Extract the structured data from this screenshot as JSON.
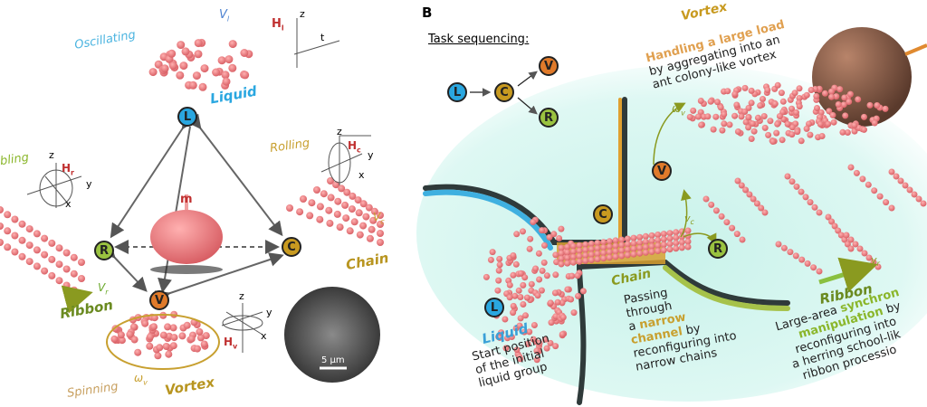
{
  "colors": {
    "liquid": "#2aa7e0",
    "chain": "#c89a20",
    "ribbon": "#8ab62a",
    "vortex": "#e07a2a",
    "particle": "#e8727a",
    "background_b": "#d9f6f0",
    "axis_red": "#c03030"
  },
  "panelA": {
    "oscillating": "Oscillating",
    "v_l": "V",
    "v_l_sub": "l",
    "h_l": "H",
    "h_l_sub": "l",
    "axis_z": "z",
    "axis_t": "t",
    "axis_y": "y",
    "axis_x": "x",
    "liquid": "Liquid",
    "tumbling": "bling",
    "h_r": "H",
    "h_r_sub": "r",
    "rolling": "Rolling",
    "h_c": "H",
    "h_c_sub": "c",
    "moment": "m",
    "v_c": "V",
    "v_c_sub": "c",
    "chain": "Chain",
    "v_r": "V",
    "v_r_sub": "r",
    "ribbon": "Ribbon",
    "h_v": "H",
    "h_v_sub": "v",
    "spinning": "Spinning",
    "omega_v": "ω",
    "omega_sub": "v",
    "vortex": "Vortex",
    "scale_bar": "5 μm",
    "nodes": {
      "L": "L",
      "R": "R",
      "C": "C",
      "V": "V"
    }
  },
  "panelB": {
    "label": "B",
    "task_sequencing": "Task sequencing:",
    "seq_nodes": {
      "L": "L",
      "C": "C",
      "V": "V",
      "R": "R"
    },
    "vortex_title": "Vortex",
    "vortex_highlight": "Handling a large load",
    "vortex_line2": "by aggregating into an",
    "vortex_line3": "ant colony-like vortex",
    "omega_v": "ω",
    "omega_sub": "v",
    "v_c": "v",
    "v_c_sub": "c",
    "v_r": "v",
    "v_r_sub": "r",
    "chain_title": "Chain",
    "chain_lines": [
      "Passing",
      "through",
      "a ",
      "narrow",
      "channel",
      " by",
      "reconfiguring into",
      "narrow chains"
    ],
    "liquid_title": "Liquid",
    "liquid_lines": [
      "Start position",
      "of the initial",
      "liquid group"
    ],
    "ribbon_title": "Ribbon",
    "ribbon_lines": [
      "Large-area ",
      "synchron",
      "manipulation",
      " by",
      "reconfiguring into",
      "a herring school-lik",
      "ribbon processio"
    ],
    "nodes": {
      "V": "V",
      "C": "C",
      "R": "R",
      "L": "L"
    }
  }
}
